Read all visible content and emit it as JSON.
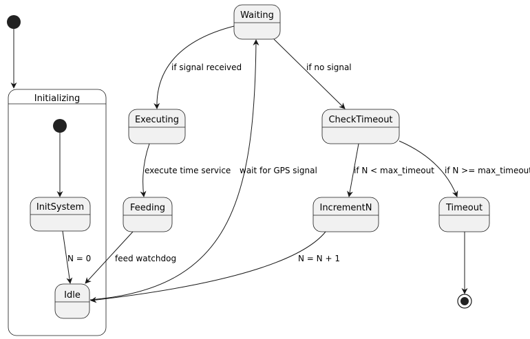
{
  "diagram": {
    "composite": {
      "label": "Initializing"
    },
    "states": {
      "waiting": "Waiting",
      "executing": "Executing",
      "check_timeout": "CheckTimeout",
      "feeding": "Feeding",
      "increment_n": "IncrementN",
      "timeout": "Timeout",
      "init_system": "InitSystem",
      "idle": "Idle"
    },
    "transitions": {
      "signal_received": "if signal received",
      "no_signal": "if no signal",
      "execute_time_service": "execute time service",
      "wait_for_gps": "wait for GPS signal",
      "n_lt_max": "if N < max_timeout",
      "n_ge_max": "if N >= max_timeout",
      "n_zero": "N = 0",
      "feed_watchdog": "feed watchdog",
      "n_increment": "N = N + 1"
    },
    "colors": {
      "state_fill": "#f1f1f1",
      "line": "#181818",
      "initial_dot": "#222222"
    }
  }
}
